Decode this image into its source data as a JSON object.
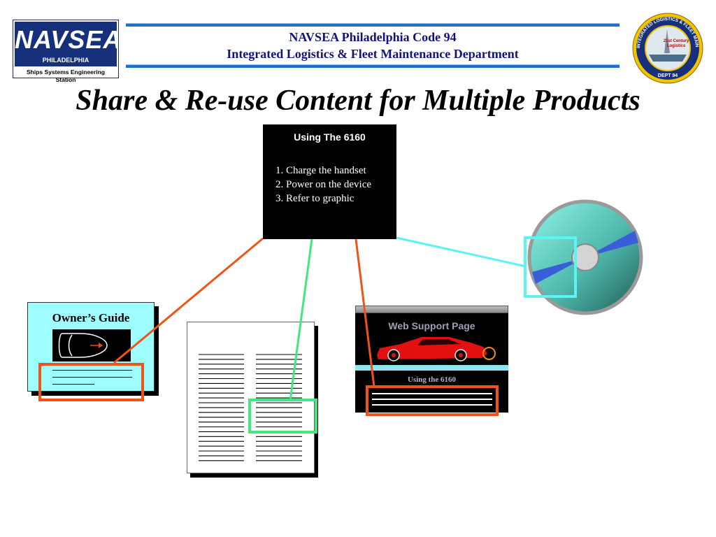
{
  "header": {
    "logo": {
      "wordmark": "NAVSEA",
      "subtitle": "PHILADELPHIA",
      "station": "Ships Systems Engineering Station"
    },
    "org_line_1": "NAVSEA Philadelphia Code 94",
    "org_line_2": "Integrated Logistics & Fleet Maintenance Department",
    "seal": {
      "ring_text": "INTEGRATED LOGISTICS & FLEET MAINTENANCE",
      "center_text_1": "21st Century",
      "center_text_2": "Logistics",
      "bottom_text": "DEPT 94"
    }
  },
  "title": "Share & Re-use Content for Multiple Products",
  "source": {
    "heading": "Using The 6160",
    "steps": [
      "1. Charge the handset",
      "2. Power on the device",
      "3. Refer to  graphic"
    ]
  },
  "owners_guide": {
    "title": "Owner’s Guide"
  },
  "web_page": {
    "title": "Web Support Page",
    "caption": "Using the 6160"
  },
  "colors": {
    "orange_link": "#ee5418",
    "green_link": "#40e882",
    "cyan_link": "#5cf3f3",
    "navy": "#14137a"
  }
}
